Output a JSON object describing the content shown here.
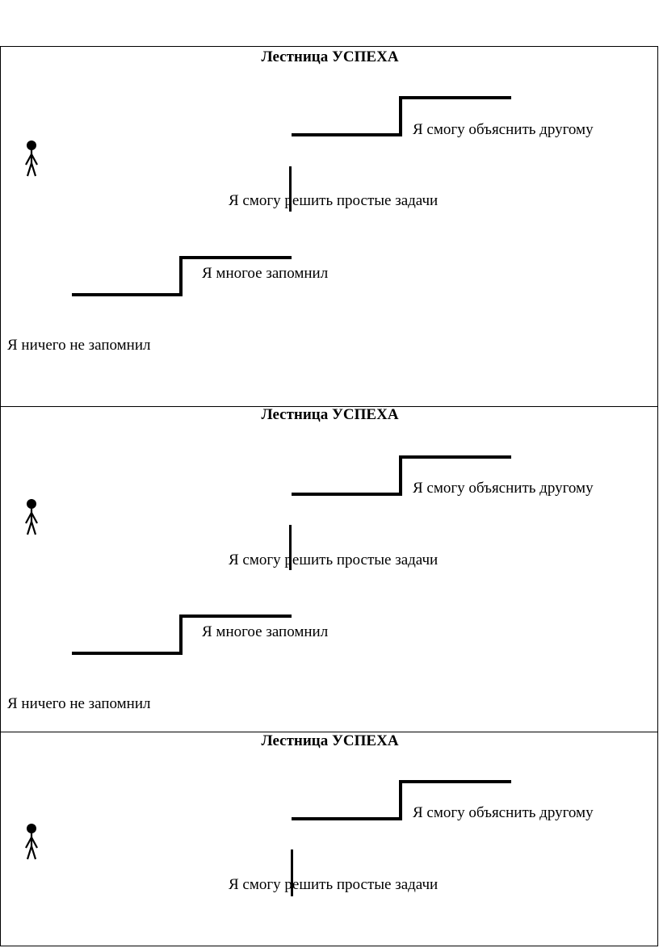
{
  "panels": [
    {
      "title": "Лестница УСПЕХА",
      "steps": {
        "step4": "Я смогу объяснить другому",
        "step3": "Я смогу решить простые задачи",
        "step2": "Я многое запомнил",
        "step1": "Я ничего не запомнил"
      }
    },
    {
      "title": "Лестница УСПЕХА",
      "steps": {
        "step4": "Я смогу объяснить другому",
        "step3": "Я смогу решить простые задачи",
        "step2": "Я многое запомнил",
        "step1": "Я ничего не запомнил"
      }
    },
    {
      "title": "Лестница УСПЕХА",
      "steps": {
        "step4": "Я смогу объяснить другому",
        "step3": "Я смогу решить простые задачи"
      }
    }
  ],
  "icons": {
    "person": "stick-figure-icon"
  }
}
